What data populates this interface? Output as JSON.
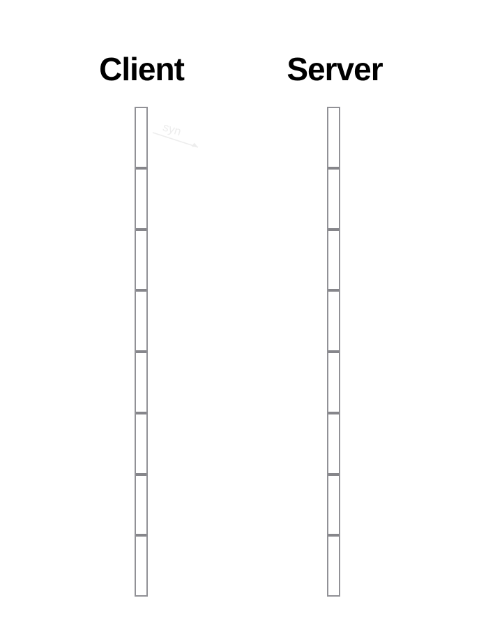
{
  "diagram": {
    "title": "",
    "actors": [
      {
        "label": "Client"
      },
      {
        "label": "Server"
      }
    ],
    "message": {
      "label": "syn"
    },
    "segments_per_lifeline": 8,
    "colors": {
      "bar_border": "#919196",
      "bar_divider": "#86868b",
      "faint_message": "#ededed",
      "text": "#000000",
      "background": "#ffffff"
    }
  }
}
